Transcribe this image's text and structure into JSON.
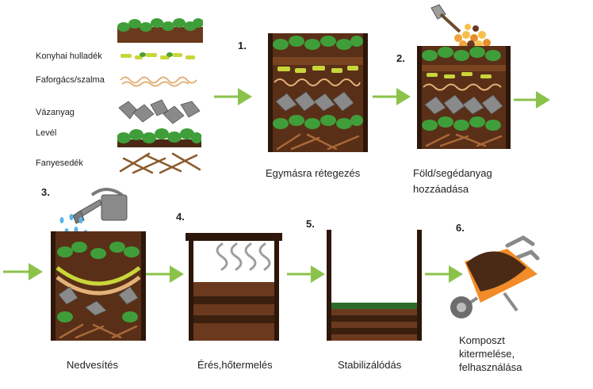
{
  "legend": {
    "items": [
      {
        "label": "Konyhai hulladék"
      },
      {
        "label": "Faforgács/szalma"
      },
      {
        "label": "Vázanyag"
      },
      {
        "label": "Levél"
      },
      {
        "label": "Fanyesedék"
      }
    ]
  },
  "steps": [
    {
      "number": "1.",
      "caption": "Egymásra rétegezés"
    },
    {
      "number": "2.",
      "caption_line1": "Föld/segédanyag",
      "caption_line2": "hozzáadása"
    },
    {
      "number": "3.",
      "caption": "Nedvesítés"
    },
    {
      "number": "4.",
      "caption": "Érés,hőtermelés"
    },
    {
      "number": "5.",
      "caption": "Stabilizálódás"
    },
    {
      "number": "6.",
      "caption_line1": "Komposzt",
      "caption_line2": "kitermelése,",
      "caption_line3": "felhasználása"
    }
  ],
  "colors": {
    "arrow_green": "#8bc34a",
    "soil_brown": "#6b3a1e",
    "soil_dark": "#3b1f0f",
    "leaf_green": "#3f9e3a",
    "kitchen_yellow": "#c9d63a",
    "stone_grey": "#8a8a8a",
    "water_blue": "#5ab4e8",
    "wheelbarrow_orange": "#f28c28"
  }
}
